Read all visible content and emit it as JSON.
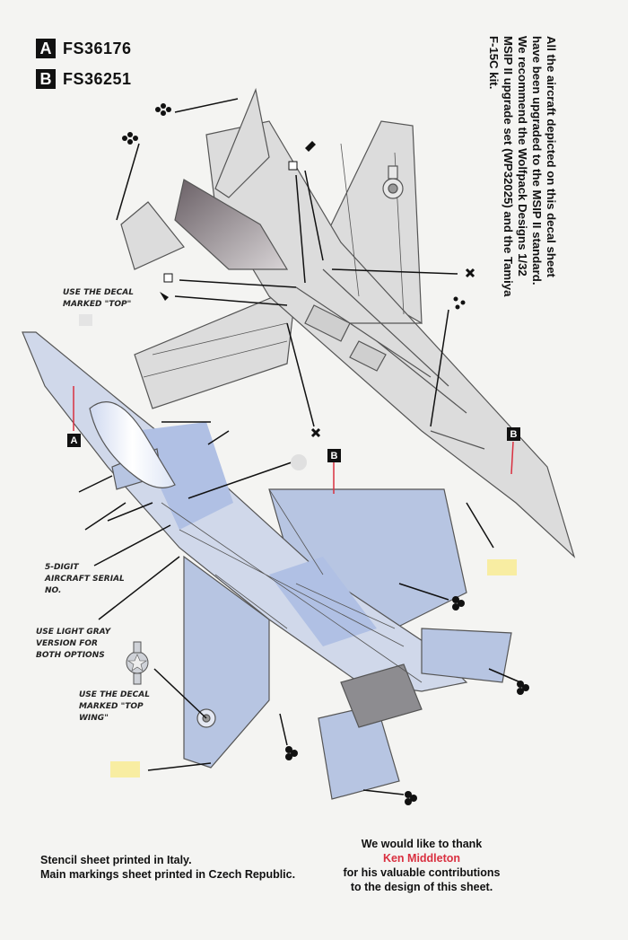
{
  "legend": [
    {
      "letter": "A",
      "code": "FS36176"
    },
    {
      "letter": "B",
      "code": "FS36251"
    }
  ],
  "notice": "All the aircraft depicted on this decal sheet have been upgraded to the MSIP II standard. We recommend the Wolfpack Designs 1/32 MSIP II upgrade set (WP32025) and the Tamiya F-15C kit.",
  "notes": {
    "top_decal": "USE THE DECAL MARKED \"TOP\"",
    "serial": "5-DIGIT AIRCRAFT SERIAL NO.",
    "light_gray": "USE LIGHT GRAY VERSION FOR BOTH OPTIONS",
    "top_wing": "USE THE DECAL MARKED \"TOP WING\""
  },
  "tags": {
    "a": "A",
    "b1": "B",
    "b2": "B"
  },
  "footer": {
    "line1": "Stencil sheet printed in Italy.",
    "line2": "Main markings sheet printed in Czech Republic."
  },
  "thanks": {
    "line1": "We would like to thank",
    "name": "Ken Middleton",
    "line2": "for his valuable contributions",
    "line3": "to the design of this sheet."
  },
  "colors": {
    "light_gray": "#dcdcdc",
    "camo_blue": "#b7c5e2",
    "panel_line": "#555555",
    "highlight_yellow": "#f8eda2",
    "accent_red": "#d93040"
  }
}
